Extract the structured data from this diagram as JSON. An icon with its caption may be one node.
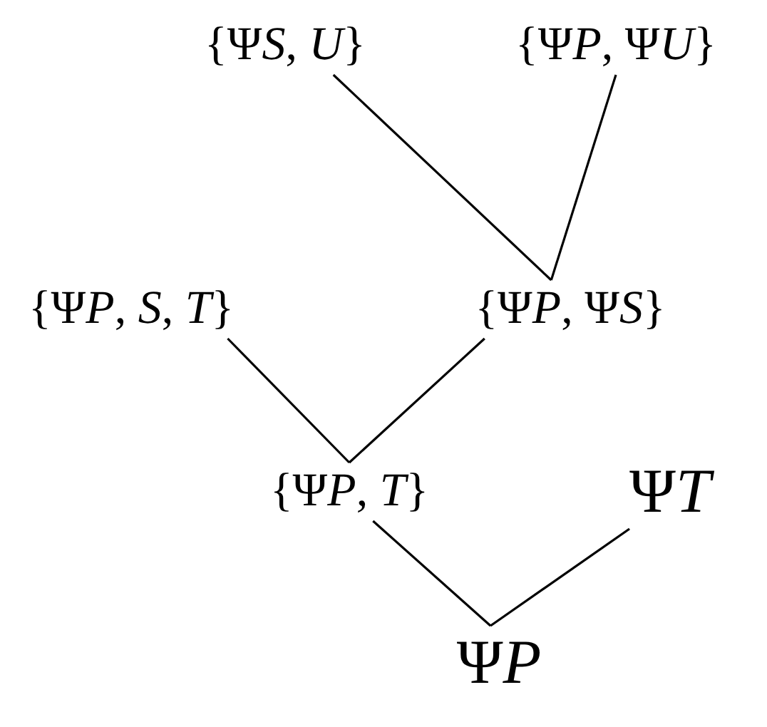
{
  "diagram": {
    "nodes": [
      {
        "text": [
          "{ΨS, U}"
        ]
      },
      {
        "text": [
          "{ΨP, ΨU}"
        ]
      },
      {
        "text": [
          "{ΨP, S, T}"
        ]
      },
      {
        "text": [
          "{ΨP, ΨS}"
        ]
      },
      {
        "text": [
          "{ΨP, T}"
        ]
      },
      {
        "text": [
          "ΨT"
        ]
      },
      {
        "text": [
          "ΨP"
        ]
      }
    ],
    "edges": [
      {
        "from": 0,
        "to": 3,
        "arrow": "none"
      },
      {
        "from": 1,
        "to": 3,
        "arrow": "none"
      },
      {
        "from": 2,
        "to": 4,
        "arrow": "none"
      },
      {
        "from": 3,
        "to": 4,
        "arrow": "none"
      },
      {
        "from": 4,
        "to": 6,
        "arrow": "none"
      },
      {
        "from": 5,
        "to": 6,
        "arrow": "none"
      }
    ]
  }
}
